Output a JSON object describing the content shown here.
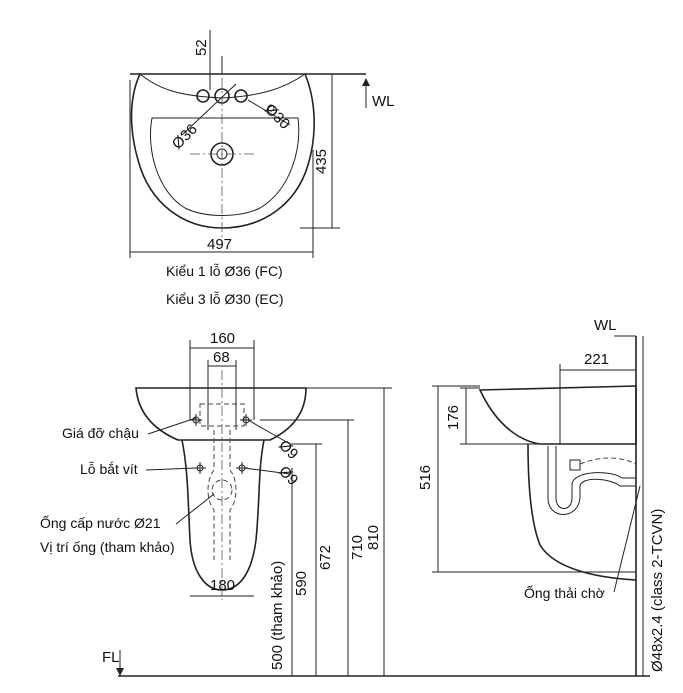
{
  "top_view": {
    "dim_hole_spacing": "52",
    "dim_hole_36": "Ø36",
    "dim_hole_30": "Ø30",
    "dim_depth": "435",
    "dim_width": "497",
    "label_wl": "WL",
    "caption_1": "Kiểu 1 lỗ Ø36 (FC)",
    "caption_2": "Kiểu 3 lỗ Ø30 (EC)"
  },
  "front_view": {
    "dim_160": "160",
    "dim_68": "68",
    "dim_180": "180",
    "dim_hole_9a": "Ø9",
    "dim_hole_9b": "Ø9",
    "dim_590": "590",
    "dim_500": "500 (tham khảo)",
    "dim_672": "672",
    "dim_710": "710",
    "dim_810": "810",
    "callout_bracket": "Giá đỡ chậu",
    "callout_screw": "Lỗ bắt vít",
    "callout_supply": "Ống cấp nước Ø21",
    "callout_position": "Vị trí ống (tham khảo)",
    "label_fl": "FL"
  },
  "side_view": {
    "label_wl": "WL",
    "dim_221": "221",
    "dim_176": "176",
    "dim_516": "516",
    "callout_drain": "Ống thải chờ",
    "dim_pipe": "Ø48x2.4 (class 2-TCVN)"
  }
}
